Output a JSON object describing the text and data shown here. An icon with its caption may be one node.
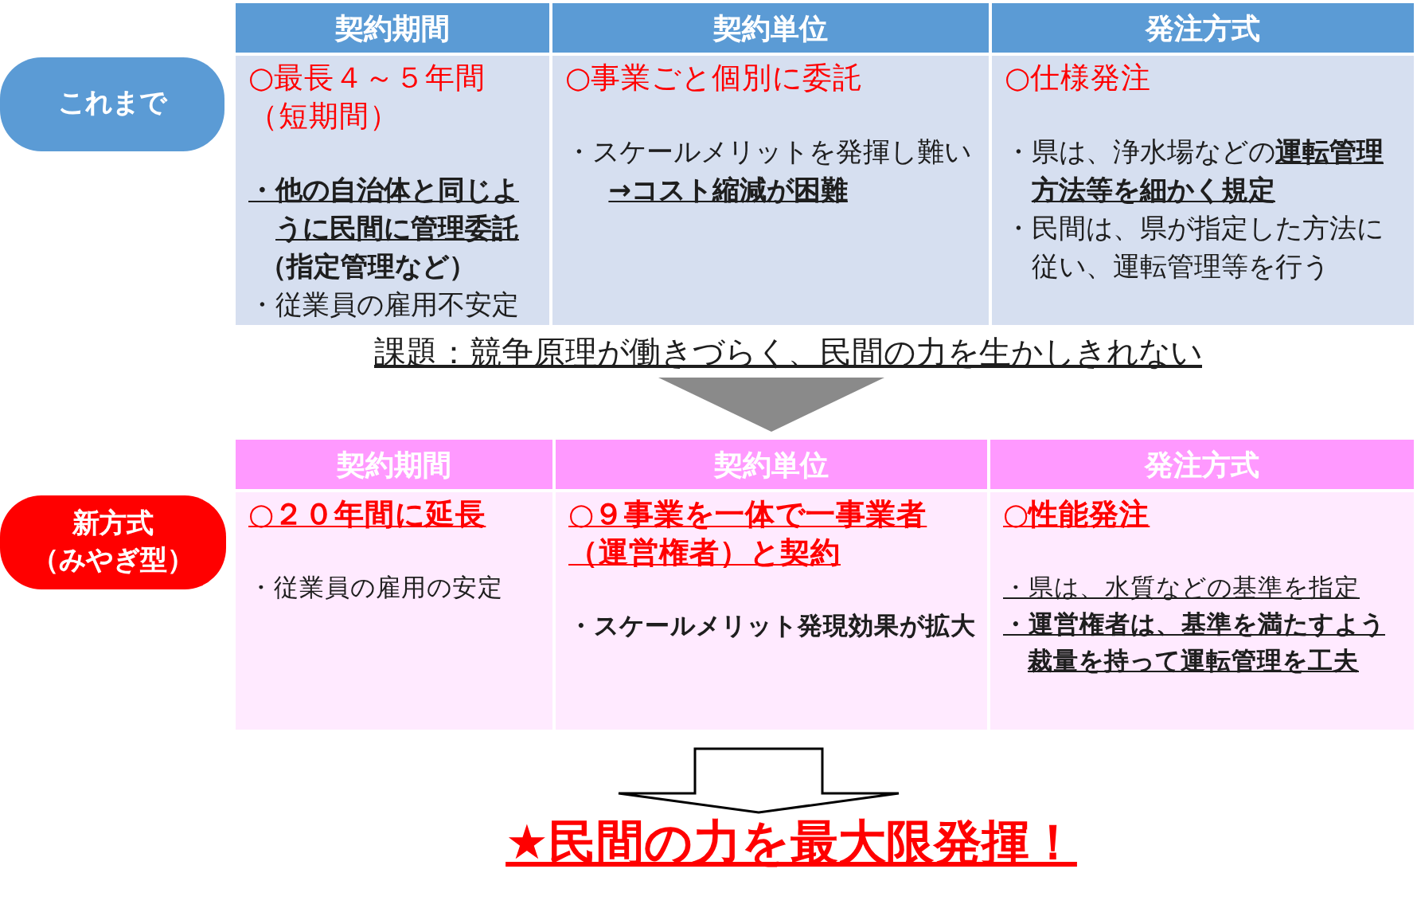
{
  "diagram": {
    "nodes": [
      {
        "text": [
          "これまで"
        ]
      },
      {
        "text": [
          "契約期間"
        ]
      },
      {
        "text": [
          "契約単位"
        ]
      },
      {
        "text": [
          "発注方式"
        ]
      },
      {
        "text": [
          "○最長４～５年間（短期間）",
          "・他の自治体と同じように民間に管理委託",
          "（指定管理など）",
          "・従業員の雇用不安定"
        ]
      },
      {
        "text": [
          "○事業ごと個別に委託",
          "・スケールメリットを発揮し難い",
          "→コスト縮減が困難"
        ]
      },
      {
        "text": [
          "○仕様発注",
          "・県は、浄水場などの**運転管理方法等を細かく規定**",
          "・民間は、県が指定した方法に従い、運転管理等を行う"
        ]
      },
      {
        "text": [
          "課題：競争原理が働きづらく、民間の力を生かしきれない"
        ]
      },
      {
        "text": [
          "新方式（みやぎ型）"
        ]
      },
      {
        "text": [
          "契約期間"
        ]
      },
      {
        "text": [
          "契約単位"
        ]
      },
      {
        "text": [
          "発注方式"
        ]
      },
      {
        "text": [
          "○２０年間に延長",
          "・従業員の雇用の安定"
        ]
      },
      {
        "text": [
          "○９事業を一体で一事業者（運営権者）と契約",
          "・スケールメリット発現効果が拡大"
        ]
      },
      {
        "text": [
          "○性能発注",
          "・県は、水質などの基準を指定",
          "・運営権者は、基準を満たすよう裁量を持って運転管理を工夫"
        ]
      },
      {
        "text": [
          "★民間の力を最大限発揮！"
        ]
      }
    ],
    "edges": [
      {
        "from": 7,
        "to": 10,
        "arrow": "to"
      },
      {
        "from": 13,
        "to": 15,
        "arrow": "to"
      }
    ]
  }
}
